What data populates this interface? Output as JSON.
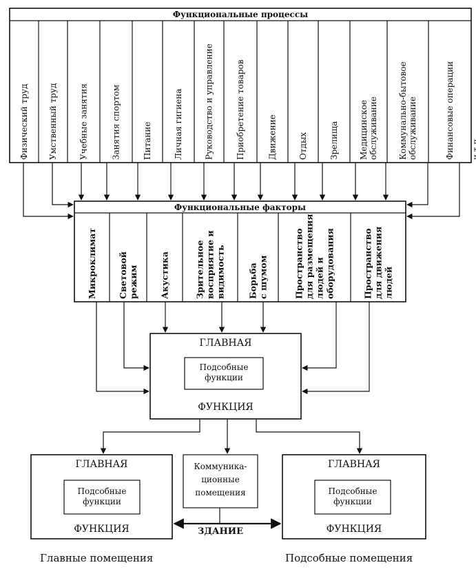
{
  "processes_title": "Функциональные процессы",
  "processes": [
    "Физический труд",
    "Умственный труд",
    "Учебные занятия",
    "Занятия спортом",
    "Питание",
    "Личная гигиена",
    "Руководство и управление",
    "Приобретение товаров",
    "Движение",
    "Отдых",
    "Зрелища",
    "Медицинское\nобслуживание",
    "Коммунально-бытовое\nобслуживание",
    "Финансовые операции",
    "и т.п."
  ],
  "factors_title": "Функциональные факторы",
  "factors": [
    "Микроклимат",
    "Световой\nрежим",
    "Акустика",
    "Зрительное\nвосприятие и\nвидимость",
    "Борьба\nс шумом",
    "Пространство\nдля размещения\nлюдей и\nоборудования",
    "Пространство\nдля движения\nлюдей"
  ],
  "center": {
    "top": "ГЛАВНАЯ",
    "inner": "Подсобные\nфункции",
    "bottom": "ФУНКЦИЯ"
  },
  "left_box": {
    "top": "ГЛАВНАЯ",
    "inner": "Подсобные\nфункции",
    "bottom": "ФУНКЦИЯ"
  },
  "right_box": {
    "top": "ГЛАВНАЯ",
    "inner": "Подсобные\nфункции",
    "bottom": "ФУНКЦИЯ"
  },
  "comm_box": "Коммуника-\nционные\nпомещения",
  "building": "ЗДАНИЕ",
  "caption_left": "Главные помещения",
  "caption_right": "Подсобные помещения"
}
